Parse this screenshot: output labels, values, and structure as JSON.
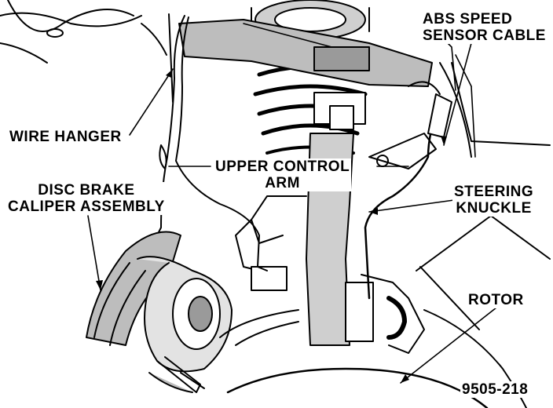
{
  "labels": {
    "abs_speed_sensor_cable": {
      "line1": "ABS SPEED",
      "line2": "SENSOR CABLE"
    },
    "wire_hanger": "WIRE HANGER",
    "upper_control_arm": {
      "line1": "UPPER CONTROL",
      "line2": "ARM"
    },
    "disc_brake_caliper": {
      "line1": "DISC BRAKE",
      "line2": "CALIPER ASSEMBLY"
    },
    "steering_knuckle": {
      "line1": "STEERING",
      "line2": "KNUCKLE"
    },
    "rotor": "ROTOR",
    "figure_number": "9505-218"
  },
  "colors": {
    "ink": "#000000",
    "paper": "#ffffff"
  }
}
